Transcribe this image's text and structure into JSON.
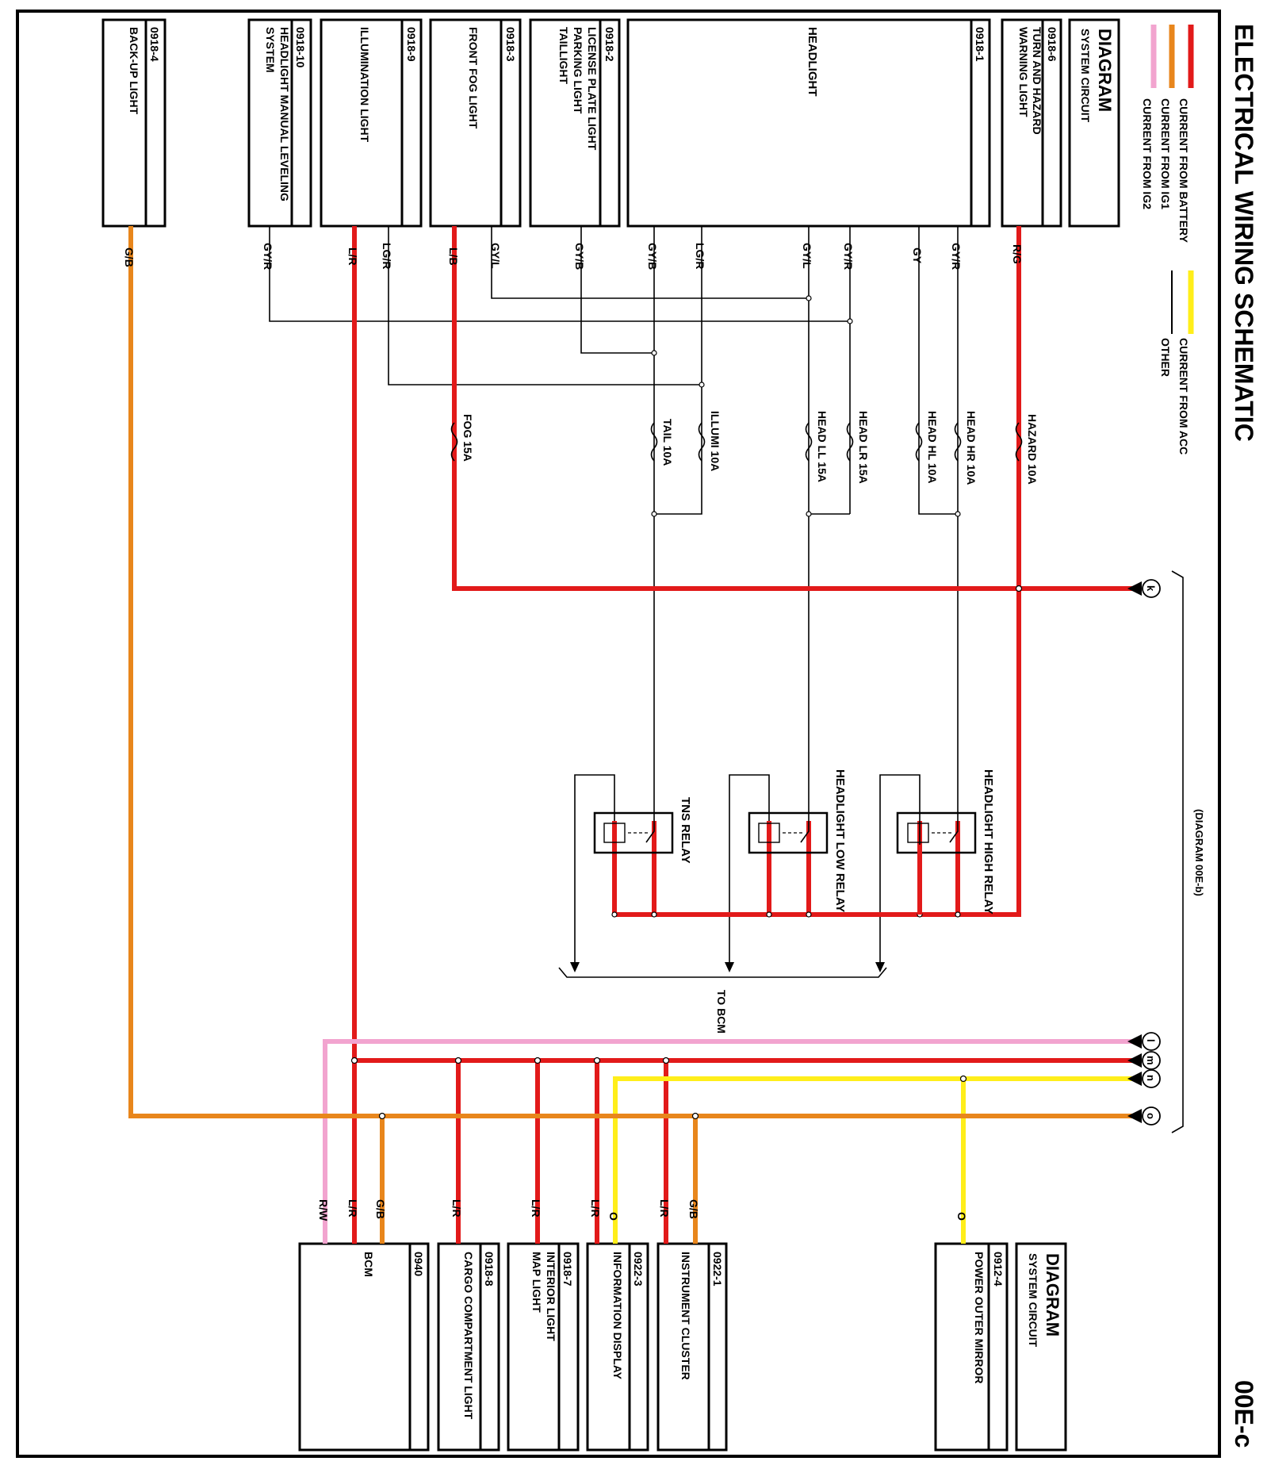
{
  "title": "ELECTRICAL WIRING SCHEMATIC",
  "page_code": "00E-c",
  "legend": {
    "battery": "CURRENT FROM BATTERY",
    "ig1": "CURRENT FROM IG1",
    "ig2": "CURRENT FROM IG2",
    "acc": "CURRENT FROM ACC",
    "other": "OTHER"
  },
  "colors": {
    "battery": "#e21a1a",
    "ig1": "#e8861c",
    "ig2": "#f2a4cf",
    "acc": "#ffee1a",
    "other": "#000000"
  },
  "top_blocks": {
    "diagram": {
      "title": "DIAGRAM",
      "sub": "SYSTEM CIRCUIT"
    },
    "turn": {
      "code": "0918-6",
      "l1": "TURN AND HAZARD",
      "l2": "WARNING LIGHT"
    },
    "headlight": {
      "code": "0918-1",
      "name": "HEADLIGHT"
    },
    "license": {
      "code": "0918-2",
      "l1": "LICENSE PLATE LIGHT",
      "l2": "PARKING LIGHT",
      "l3": "TAILLIGHT"
    },
    "fog": {
      "code": "0918-3",
      "name": "FRONT FOG LIGHT"
    },
    "illum": {
      "code": "0918-9",
      "name": "ILLUMINATION LIGHT"
    },
    "leveling": {
      "code": "0918-10",
      "l1": "HEADLIGHT MANUAL LEVELING",
      "l2": "SYSTEM"
    },
    "backup": {
      "code": "0918-4",
      "name": "BACK-UP LIGHT"
    }
  },
  "bottom_blocks": {
    "diagram": {
      "title": "DIAGRAM",
      "sub": "SYSTEM CIRCUIT"
    },
    "mirror": {
      "code": "0912-4",
      "name": "POWER OUTER MIRROR"
    },
    "cluster": {
      "code": "0922-1",
      "name": "INSTRUMENT CLUSTER"
    },
    "info": {
      "code": "0922-3",
      "name": "INFORMATION DISPLAY"
    },
    "interior": {
      "code": "0918-7",
      "l1": "INTERIOR LIGHT",
      "l2": "MAP LIGHT"
    },
    "cargo": {
      "code": "0918-8",
      "name": "CARGO COMPARTMENT LIGHT"
    },
    "bcm": {
      "code": "0940",
      "name": "BCM"
    }
  },
  "wires": {
    "rg": "R/G",
    "gyr": "GY/R",
    "gy": "GY",
    "gyl": "GY/L",
    "lgr": "LG/R",
    "gyb": "GY/B",
    "lb": "L/B",
    "lr": "L/R",
    "gb": "G/B",
    "o": "O",
    "rw": "R/W"
  },
  "fuses": {
    "hazard": "HAZARD 10A",
    "head_hr": "HEAD HR 10A",
    "head_hl": "HEAD HL 10A",
    "head_lr": "HEAD LR 15A",
    "head_ll": "HEAD LL 15A",
    "illumi": "ILLUMI 10A",
    "tail": "TAIL 10A",
    "fog": "FOG 15A"
  },
  "relays": {
    "high": "HEADLIGHT HIGH RELAY",
    "low": "HEADLIGHT LOW RELAY",
    "tns": "TNS RELAY"
  },
  "to_bcm": "TO BCM",
  "diagram_ref": "(DIAGRAM 00E-b)",
  "connectors": {
    "k": "k",
    "l": "l",
    "m": "m",
    "n": "n",
    "o": "o"
  }
}
